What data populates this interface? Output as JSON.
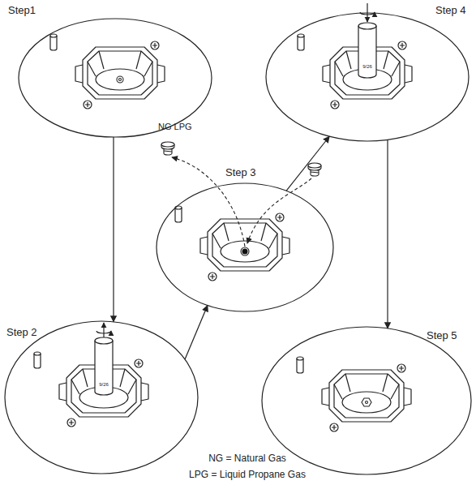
{
  "diagram": {
    "nodes": [
      {
        "text": [
          "Step1"
        ]
      },
      {
        "text": [
          "Step 2"
        ]
      },
      {
        "text": [
          "Step 3"
        ]
      },
      {
        "text": [
          "Step 4"
        ]
      },
      {
        "text": [
          "Step 5"
        ]
      }
    ],
    "edges": [
      {
        "from": 0,
        "to": 1,
        "arrow": "to"
      },
      {
        "from": 1,
        "to": 2,
        "arrow": "to"
      },
      {
        "from": 2,
        "to": 3,
        "arrow": "to"
      },
      {
        "from": 3,
        "to": 4,
        "arrow": "to"
      }
    ],
    "labels": [
      "9/26",
      "NG LPG",
      "9/26",
      "NG = Natural Gas",
      "LPG = Liquid Propane Gas"
    ]
  }
}
